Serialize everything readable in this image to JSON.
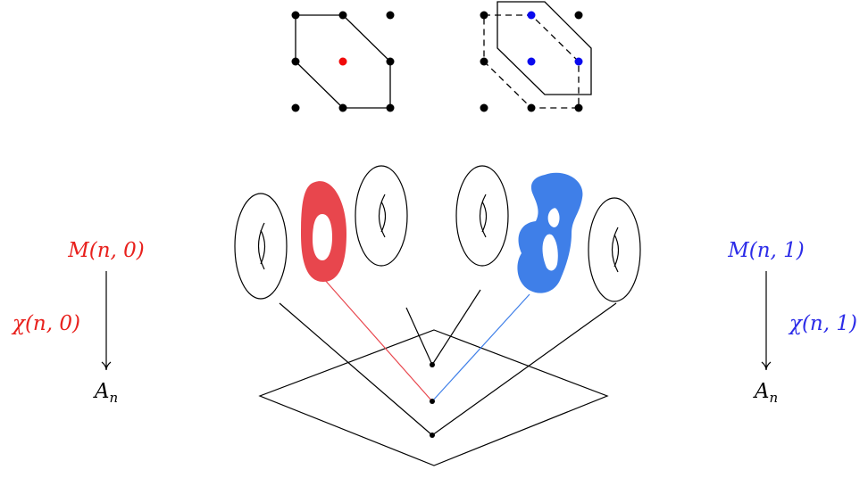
{
  "colors": {
    "red": "#e8464d",
    "red_text": "#e8201c",
    "blue": "#3f7fe8",
    "blue_text": "#2c2ce8",
    "blue_dot": "#0a0aee",
    "black": "#000000"
  },
  "left_label": {
    "top": "M(n, 0)",
    "map": "χ(n, 0)",
    "bottom": "A_n"
  },
  "right_label": {
    "top": "M(n, 1)",
    "map": "χ(n, 1)",
    "bottom": "A_n"
  },
  "polygons": {
    "left": {
      "center_dot_color": "red"
    },
    "right": {
      "highlight_dot_color": "blue"
    }
  }
}
